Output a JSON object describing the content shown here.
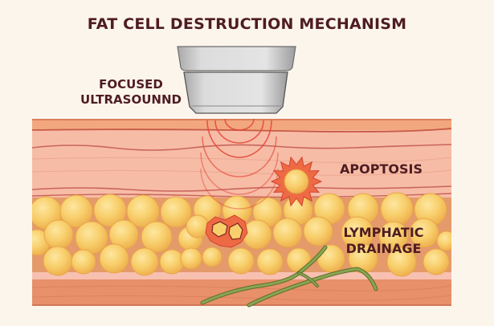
{
  "title": "FAT CELL DESTRUCTION MECHANISM",
  "labels": {
    "ultrasound_line1": "FOCUSED",
    "ultrasound_line2": "ULTRASOUNND",
    "apoptosis": "APOPTOSIS",
    "lymphatic_line1": "LYMPHATIC",
    "lymphatic_line2": "DRAINAGE"
  },
  "components": {
    "transducer": "focused-ultrasound-transducer",
    "waves": "ultrasound-wave-arcs",
    "apoptotic_cell": "bursting-fat-cell",
    "destroyed_cells": "ruptured-fat-cells",
    "lymph_vessel": "lymphatic-vessel"
  },
  "layers": [
    "epidermis",
    "dermis",
    "subcutaneous-fat",
    "fascia",
    "muscle"
  ],
  "colors": {
    "background": "#fcf5ec",
    "text": "#4e1c22",
    "epidermis": "#f3a77e",
    "dermis": "#f7bca6",
    "fat_bg": "#e49a6a",
    "fat_cell": "#f8cf6c",
    "fascia": "#f8c0b0",
    "muscle": "#e8906a",
    "wave": "#e4473a",
    "burst": "#ee6a44",
    "lymph": "#7d9446"
  }
}
